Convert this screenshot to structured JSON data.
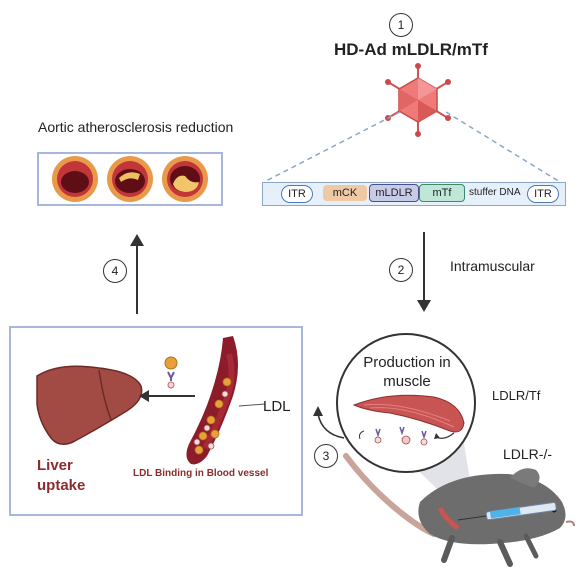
{
  "steps": {
    "one": "1",
    "two": "2",
    "three": "3",
    "four": "4"
  },
  "vector_title": "HD-Ad mLDLR/mTf",
  "aortic_label": "Aortic atherosclerosis reduction",
  "construct": {
    "itr_left": "ITR",
    "mck": "mCK",
    "mldlr": "mLDLR",
    "mtf": "mTf",
    "stuffer": "stuffer DNA",
    "itr_right": "ITR"
  },
  "route_label": "Intramuscular",
  "production_label": "Production in muscle",
  "receptor_label": "LDLR/Tf",
  "mouse_label": "LDLR-/-",
  "ldl_label": "LDL",
  "liver_label": "Liver uptake",
  "vessel_caption": "LDL Binding in Blood vessel",
  "colors": {
    "liver_text": "#8b2d2d",
    "panel_border": "#a7b7dc",
    "muscle": "#c85454",
    "vessel": "#8c1c2a",
    "virus": "#e06a6a"
  }
}
